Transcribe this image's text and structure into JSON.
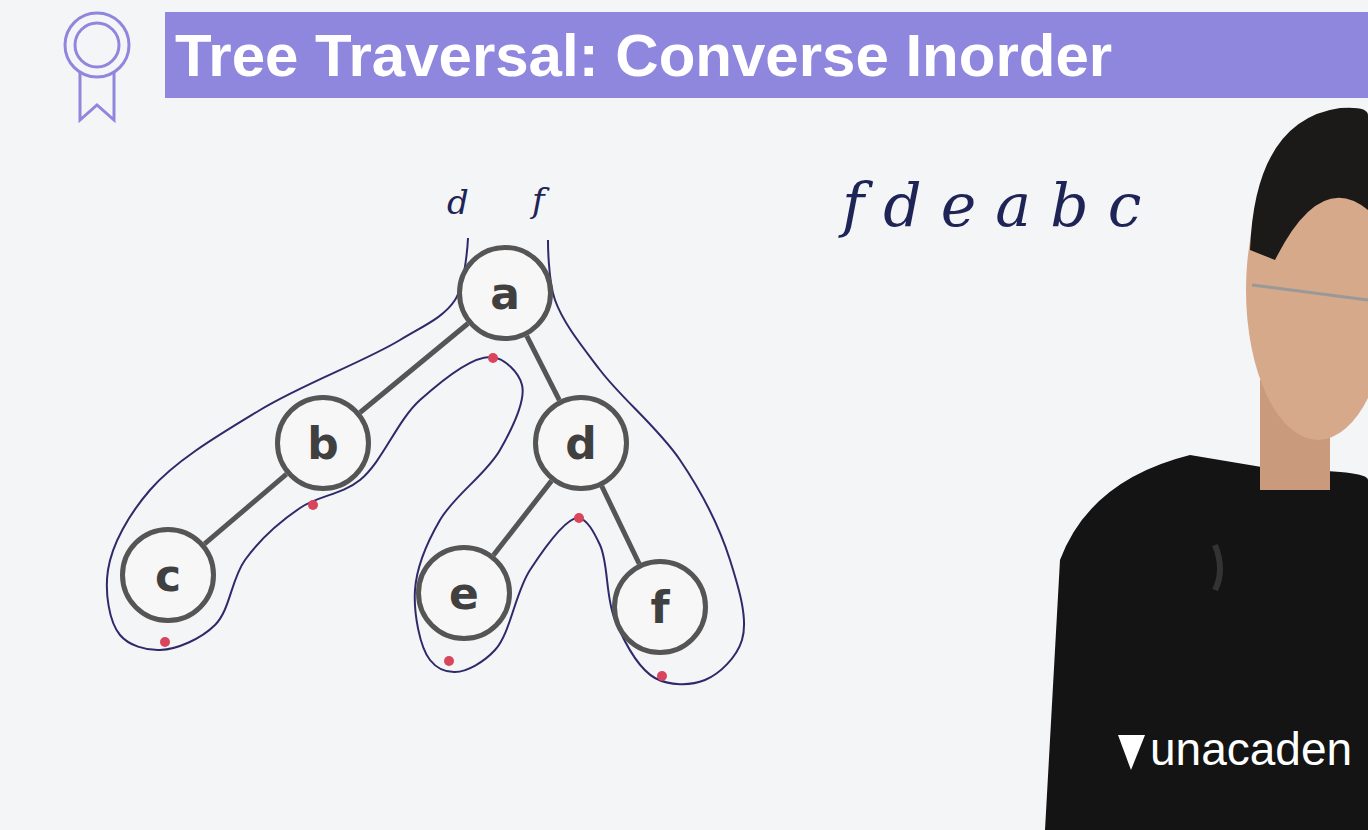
{
  "diagram": {
    "title": "Tree Traversal: Converse Inorder",
    "nodes": [
      {
        "text": [
          "a"
        ]
      },
      {
        "text": [
          "b"
        ]
      },
      {
        "text": [
          "d"
        ]
      },
      {
        "text": [
          "c"
        ]
      },
      {
        "text": [
          "e"
        ]
      },
      {
        "text": [
          "f"
        ]
      }
    ],
    "edges": [
      {
        "from": 0,
        "to": 1,
        "arrow": "none"
      },
      {
        "from": 0,
        "to": 2,
        "arrow": "none"
      },
      {
        "from": 1,
        "to": 3,
        "arrow": "none"
      },
      {
        "from": 2,
        "to": 4,
        "arrow": "none"
      },
      {
        "from": 2,
        "to": 5,
        "arrow": "none"
      }
    ],
    "labels": [
      "f d e a b c",
      "d",
      "f",
      "unacaden"
    ]
  }
}
